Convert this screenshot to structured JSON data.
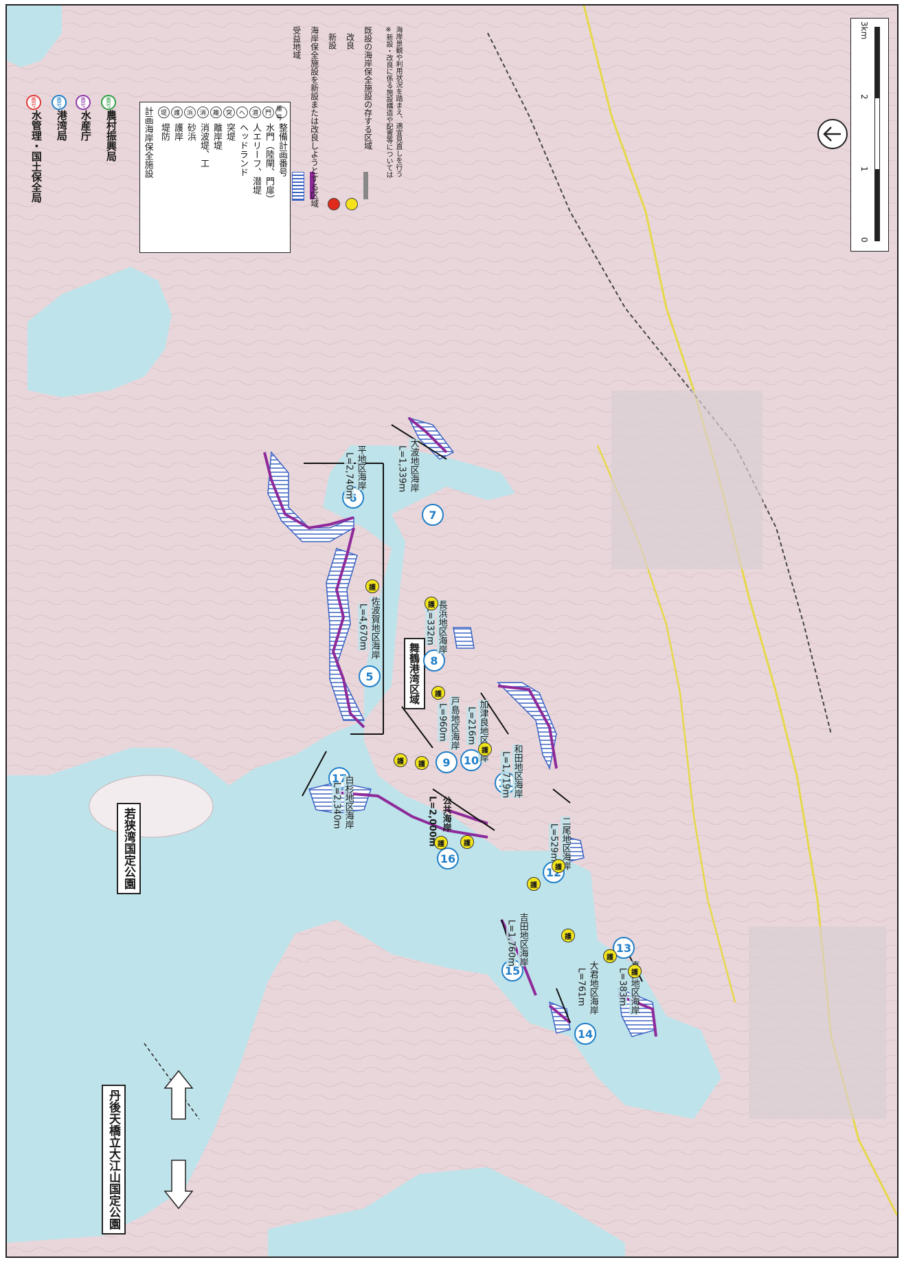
{
  "agencies": [
    {
      "label": "水管理・国土保全局",
      "badge": "番号",
      "color": "#e03a3a"
    },
    {
      "label": "港湾局",
      "badge": "番号",
      "color": "#1f7ec8"
    },
    {
      "label": "水産庁",
      "badge": "番号",
      "color": "#8e3aa8"
    },
    {
      "label": "農村振興局",
      "badge": "番号",
      "color": "#2e9e44"
    }
  ],
  "legend_table": {
    "title": "計画海岸保全施設",
    "rows": [
      {
        "sym": "堤",
        "text": "堤防"
      },
      {
        "sym": "護",
        "text": "護岸"
      },
      {
        "sym": "浜",
        "text": "砂浜"
      },
      {
        "sym": "消",
        "text": "消波堤、工"
      },
      {
        "sym": "離",
        "text": "離岸堤"
      },
      {
        "sym": "突",
        "text": "突堤"
      },
      {
        "sym": "へ",
        "text": "ヘッドランド"
      },
      {
        "sym": "潜",
        "text": "人エリーフ、潜堤"
      },
      {
        "sym": "門",
        "text": "水門（陸閘、門扉）"
      },
      {
        "sym": "番号",
        "text": "整備計画番号"
      }
    ]
  },
  "legend_lines": [
    {
      "text": "受益地域",
      "kind": "hatch"
    },
    {
      "text": "海岸保全施設を新設または改良しようとする区域",
      "kind": "purple"
    },
    {
      "text": "新設",
      "kind": "red-dot"
    },
    {
      "text": "改良",
      "kind": "yellow-dot"
    },
    {
      "text": "既設の海岸保全施設の存する区域",
      "kind": "gray"
    }
  ],
  "legend_note": [
    "※新設・改良に係る施設構造や配置等については",
    "海岸景観や利用状況を踏まえ、適宜見直しを行う"
  ],
  "scale": {
    "ticks": [
      "0",
      "1",
      "2",
      "3km"
    ]
  },
  "north_arrow": "north-arrow-icon",
  "parks": {
    "tango": "丹後天橋立大江山国定公園",
    "wakasa": "若狭湾国定公園"
  },
  "port_zone": "舞鶴港湾区域",
  "public_coast": [
    "公共海岸",
    "L=2,000m"
  ],
  "coasts": [
    {
      "num": "5",
      "name": "佐波賀地区海岸",
      "length": "L=4,670m"
    },
    {
      "num": "6",
      "name": "平地区海岸",
      "length": "L=2,740m"
    },
    {
      "num": "7",
      "name": "大波地区海岸",
      "length": "L=1,339m"
    },
    {
      "num": "8",
      "name": "長浜地区海岸",
      "length": "L=332m"
    },
    {
      "num": "9",
      "name": "戸島地区海岸",
      "length": "L=960m"
    },
    {
      "num": "10",
      "name": "加津良地区海岸",
      "length": "L=216m"
    },
    {
      "num": "11",
      "name": "和田地区海岸",
      "length": "L=1,719m"
    },
    {
      "num": "12",
      "name": "二尾地区海岸",
      "length": "L=529m"
    },
    {
      "num": "13",
      "name": "喜多地区海岸",
      "length": "L=383m"
    },
    {
      "num": "14",
      "name": "大君地区海岸",
      "length": "L=761m"
    },
    {
      "num": "15",
      "name": "吉田地区海岸",
      "length": "L=1,760m"
    },
    {
      "num": "16",
      "name": "",
      "length": ""
    },
    {
      "num": "17",
      "name": "白杉地区海岸",
      "length": "L=2,340m"
    }
  ],
  "mark_char": "護",
  "colors": {
    "land": "#e9d9dc",
    "sea": "#bfe3ea",
    "purple": "#8e2a9a",
    "hatch": "#3a62c4",
    "road": "#e6d84a"
  }
}
